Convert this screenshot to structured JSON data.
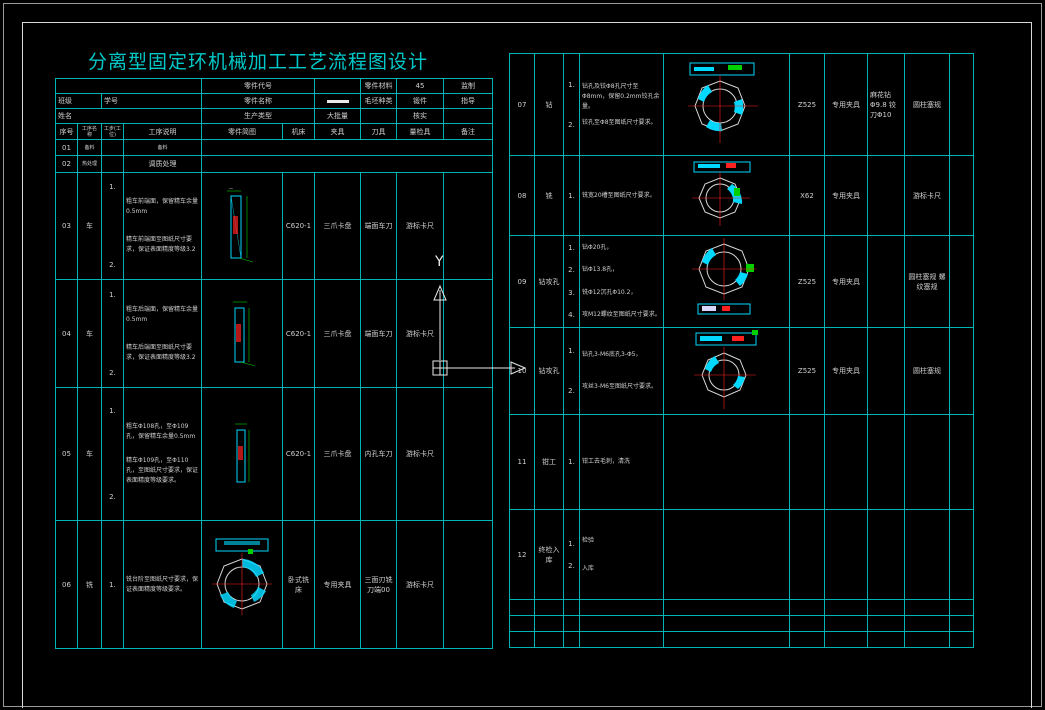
{
  "title": "分离型固定环机械加工工艺流程图设计",
  "header": {
    "part_code_label": "零件代号",
    "part_material_label": "零件材料",
    "part_material_value": "45",
    "supervisor_label": "监制",
    "class_label": "班级",
    "student_no_label": "学号",
    "part_name_label": "零件名称",
    "blank_type_label": "毛坯种类",
    "blank_type_value": "锻件",
    "instructor_label": "指导",
    "name_label": "姓名",
    "production_type_label": "生产类型",
    "production_type_value": "大批量",
    "review_label": "核实"
  },
  "columns": {
    "seq": "序号",
    "op_name": "工序名称",
    "step_no": "工步(工位)",
    "description": "工序说明",
    "sketch": "零件简图",
    "machine": "机床",
    "fixture": "夹具",
    "tool": "刀具",
    "gauge": "量检具",
    "remark": "备注"
  },
  "left_rows": [
    {
      "no": "01",
      "name": "备料",
      "desc": "备料"
    },
    {
      "no": "02",
      "name": "热处理",
      "desc": "调质处理"
    },
    {
      "no": "03",
      "name": "车",
      "steps": [
        "粗车前端面，保留精车余量0.5mm",
        "精车前端面至图纸尺寸要求，保证表面精度等级3.2"
      ],
      "machine": "C620-1",
      "fixture": "三爪卡盘",
      "tool": "端面车刀",
      "gauge": "游标卡尺"
    },
    {
      "no": "04",
      "name": "车",
      "steps": [
        "粗车后端面，保留精车余量0.5mm",
        "精车后端面至图纸尺寸要求，保证表面精度等级3.2"
      ],
      "machine": "C620-1",
      "fixture": "三爪卡盘",
      "tool": "端面车刀",
      "gauge": "游标卡尺"
    },
    {
      "no": "05",
      "name": "车",
      "steps": [
        "粗车Φ108孔，至Φ109孔，保留精车余量0.5mm",
        "精车Φ109孔，至Φ110孔，至图纸尺寸要求，保证表面精度等级要求。"
      ],
      "machine": "C620-1",
      "fixture": "三爪卡盘",
      "tool": "内孔车刀",
      "gauge": "游标卡尺"
    },
    {
      "no": "06",
      "name": "铣",
      "steps": [
        "铣台阶至图纸尺寸要求，保证表面精度等级要求。"
      ],
      "machine": "卧式铣床",
      "fixture": "专用夹具",
      "tool": "三面刃铣刀端00",
      "gauge": "游标卡尺"
    }
  ],
  "right_rows": [
    {
      "no": "07",
      "name": "钻",
      "steps": [
        "钻孔及铰Φ8孔尺寸至Φ8mm，保留0.2mm铰孔余量。",
        "铰孔至Φ8至图纸尺寸要求。"
      ],
      "machine": "Z525",
      "fixture": "专用夹具",
      "tool": "麻花钻Φ9.8 铰刀Φ10",
      "gauge": "圆柱塞规"
    },
    {
      "no": "08",
      "name": "铣",
      "steps": [
        "铣宽20槽至图纸尺寸要求。"
      ],
      "machine": "X62",
      "fixture": "专用夹具",
      "tool": "",
      "gauge": "游标卡尺"
    },
    {
      "no": "09",
      "name": "钻攻孔",
      "steps": [
        "钻Φ20孔，",
        "钻Φ13.8孔，",
        "铣Φ12沉孔Φ10.2，",
        "攻M12螺纹至图纸尺寸要求。"
      ],
      "machine": "Z525",
      "fixture": "专用夹具",
      "tool": "",
      "gauge": "圆柱塞规 螺纹塞规"
    },
    {
      "no": "10",
      "name": "钻攻孔",
      "steps": [
        "钻孔3-M6底孔3-Φ5，",
        "攻丝3-M6至图纸尺寸要求。"
      ],
      "machine": "Z525",
      "fixture": "专用夹具",
      "tool": "",
      "gauge": "圆柱塞规"
    },
    {
      "no": "11",
      "name": "钳工",
      "steps": [
        "钳工去毛刺，清洗"
      ]
    },
    {
      "no": "12",
      "name": "终检入库",
      "steps": [
        "检验",
        "入库"
      ]
    }
  ],
  "ucs": {
    "y_label": "Y"
  },
  "colors": {
    "grid": "#00b4b4",
    "title": "#00c8c8",
    "text": "#d0d0d0",
    "sketch_cyan": "#00d8ff",
    "sketch_red": "#ff2020",
    "sketch_green": "#00d000",
    "background": "#000000"
  }
}
